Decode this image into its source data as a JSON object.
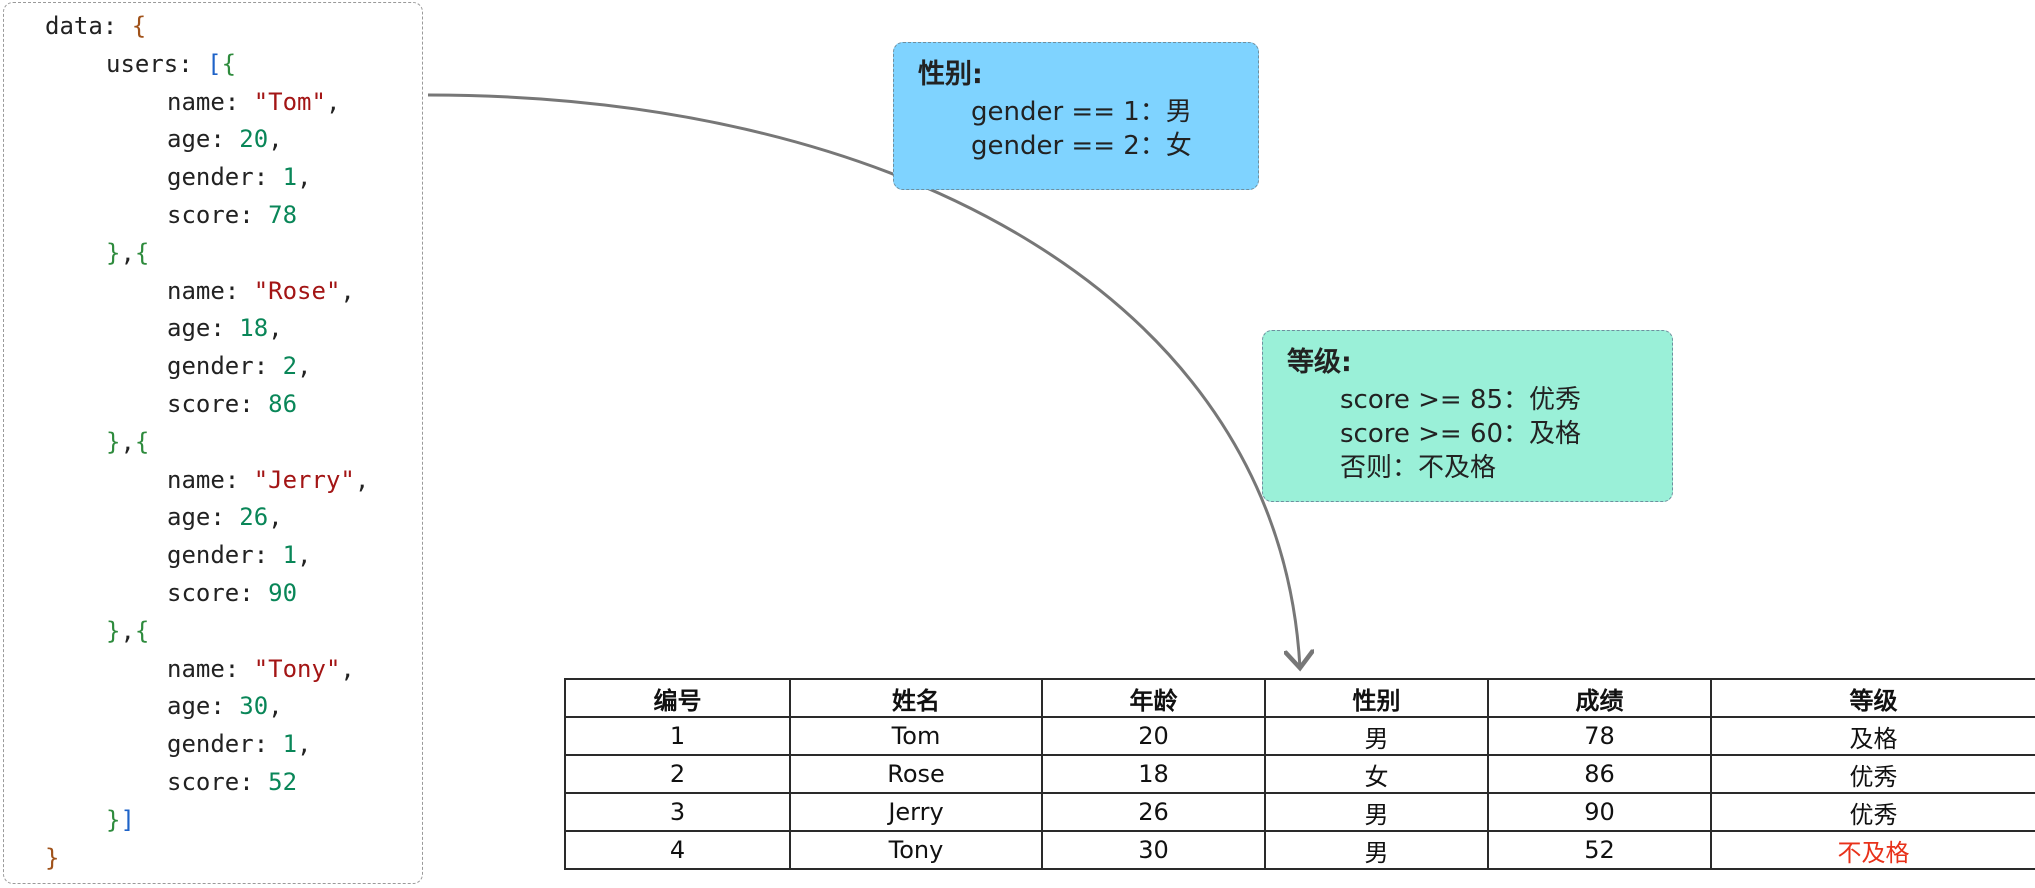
{
  "code": {
    "lines": [
      [
        {
          "t": "data: ",
          "c": "tok-key"
        },
        {
          "t": "{",
          "c": "tok-p1"
        }
      ],
      [
        {
          "t": "users: ",
          "c": "tok-key"
        },
        {
          "t": "[",
          "c": "tok-p2"
        },
        {
          "t": "{",
          "c": "tok-p3"
        }
      ],
      [
        {
          "t": "name: ",
          "c": "tok-key"
        },
        {
          "t": "\"Tom\"",
          "c": "tok-str"
        },
        {
          "t": ",",
          "c": "tok-key"
        }
      ],
      [
        {
          "t": "age: ",
          "c": "tok-key"
        },
        {
          "t": "20",
          "c": "tok-num"
        },
        {
          "t": ",",
          "c": "tok-key"
        }
      ],
      [
        {
          "t": "gender: ",
          "c": "tok-key"
        },
        {
          "t": "1",
          "c": "tok-num"
        },
        {
          "t": ",",
          "c": "tok-key"
        }
      ],
      [
        {
          "t": "score: ",
          "c": "tok-key"
        },
        {
          "t": "78",
          "c": "tok-num"
        }
      ],
      [
        {
          "t": "}",
          "c": "tok-p3"
        },
        {
          "t": ",",
          "c": "tok-key"
        },
        {
          "t": "{",
          "c": "tok-p3"
        }
      ],
      [
        {
          "t": "name: ",
          "c": "tok-key"
        },
        {
          "t": "\"Rose\"",
          "c": "tok-str"
        },
        {
          "t": ",",
          "c": "tok-key"
        }
      ],
      [
        {
          "t": "age: ",
          "c": "tok-key"
        },
        {
          "t": "18",
          "c": "tok-num"
        },
        {
          "t": ",",
          "c": "tok-key"
        }
      ],
      [
        {
          "t": "gender: ",
          "c": "tok-key"
        },
        {
          "t": "2",
          "c": "tok-num"
        },
        {
          "t": ",",
          "c": "tok-key"
        }
      ],
      [
        {
          "t": "score: ",
          "c": "tok-key"
        },
        {
          "t": "86",
          "c": "tok-num"
        }
      ],
      [
        {
          "t": "}",
          "c": "tok-p3"
        },
        {
          "t": ",",
          "c": "tok-key"
        },
        {
          "t": "{",
          "c": "tok-p3"
        }
      ],
      [
        {
          "t": "name: ",
          "c": "tok-key"
        },
        {
          "t": "\"Jerry\"",
          "c": "tok-str"
        },
        {
          "t": ",",
          "c": "tok-key"
        }
      ],
      [
        {
          "t": "age: ",
          "c": "tok-key"
        },
        {
          "t": "26",
          "c": "tok-num"
        },
        {
          "t": ",",
          "c": "tok-key"
        }
      ],
      [
        {
          "t": "gender: ",
          "c": "tok-key"
        },
        {
          "t": "1",
          "c": "tok-num"
        },
        {
          "t": ",",
          "c": "tok-key"
        }
      ],
      [
        {
          "t": "score: ",
          "c": "tok-key"
        },
        {
          "t": "90",
          "c": "tok-num"
        }
      ],
      [
        {
          "t": "}",
          "c": "tok-p3"
        },
        {
          "t": ",",
          "c": "tok-key"
        },
        {
          "t": "{",
          "c": "tok-p3"
        }
      ],
      [
        {
          "t": "name: ",
          "c": "tok-key"
        },
        {
          "t": "\"Tony\"",
          "c": "tok-str"
        },
        {
          "t": ",",
          "c": "tok-key"
        }
      ],
      [
        {
          "t": "age: ",
          "c": "tok-key"
        },
        {
          "t": "30",
          "c": "tok-num"
        },
        {
          "t": ",",
          "c": "tok-key"
        }
      ],
      [
        {
          "t": "gender: ",
          "c": "tok-key"
        },
        {
          "t": "1",
          "c": "tok-num"
        },
        {
          "t": ",",
          "c": "tok-key"
        }
      ],
      [
        {
          "t": "score: ",
          "c": "tok-key"
        },
        {
          "t": "52",
          "c": "tok-num"
        }
      ],
      [
        {
          "t": "}",
          "c": "tok-p3"
        },
        {
          "t": "]",
          "c": "tok-p2"
        }
      ],
      [
        {
          "t": "}",
          "c": "tok-p1"
        }
      ]
    ]
  },
  "gender_note": {
    "title": "性别:",
    "lines": [
      "gender == 1：男",
      "gender == 2：女"
    ]
  },
  "grade_note": {
    "title": "等级:",
    "lines": [
      "score >= 85：优秀",
      "score >= 60：及格",
      "否则：不及格"
    ]
  },
  "table": {
    "headers": [
      "编号",
      "姓名",
      "年龄",
      "性别",
      "成绩",
      "等级"
    ],
    "rows": [
      [
        "1",
        "Tom",
        "20",
        "男",
        "78",
        "及格"
      ],
      [
        "2",
        "Rose",
        "18",
        "女",
        "86",
        "优秀"
      ],
      [
        "3",
        "Jerry",
        "26",
        "男",
        "90",
        "优秀"
      ],
      [
        "4",
        "Tony",
        "30",
        "男",
        "52",
        "不及格"
      ]
    ],
    "fail_label": "不及格"
  },
  "colors": {
    "gender_note_bg": "#7fd3ff",
    "grade_note_bg": "#9af0d8",
    "fail_text": "#e8311a",
    "arrow": "#777777"
  }
}
